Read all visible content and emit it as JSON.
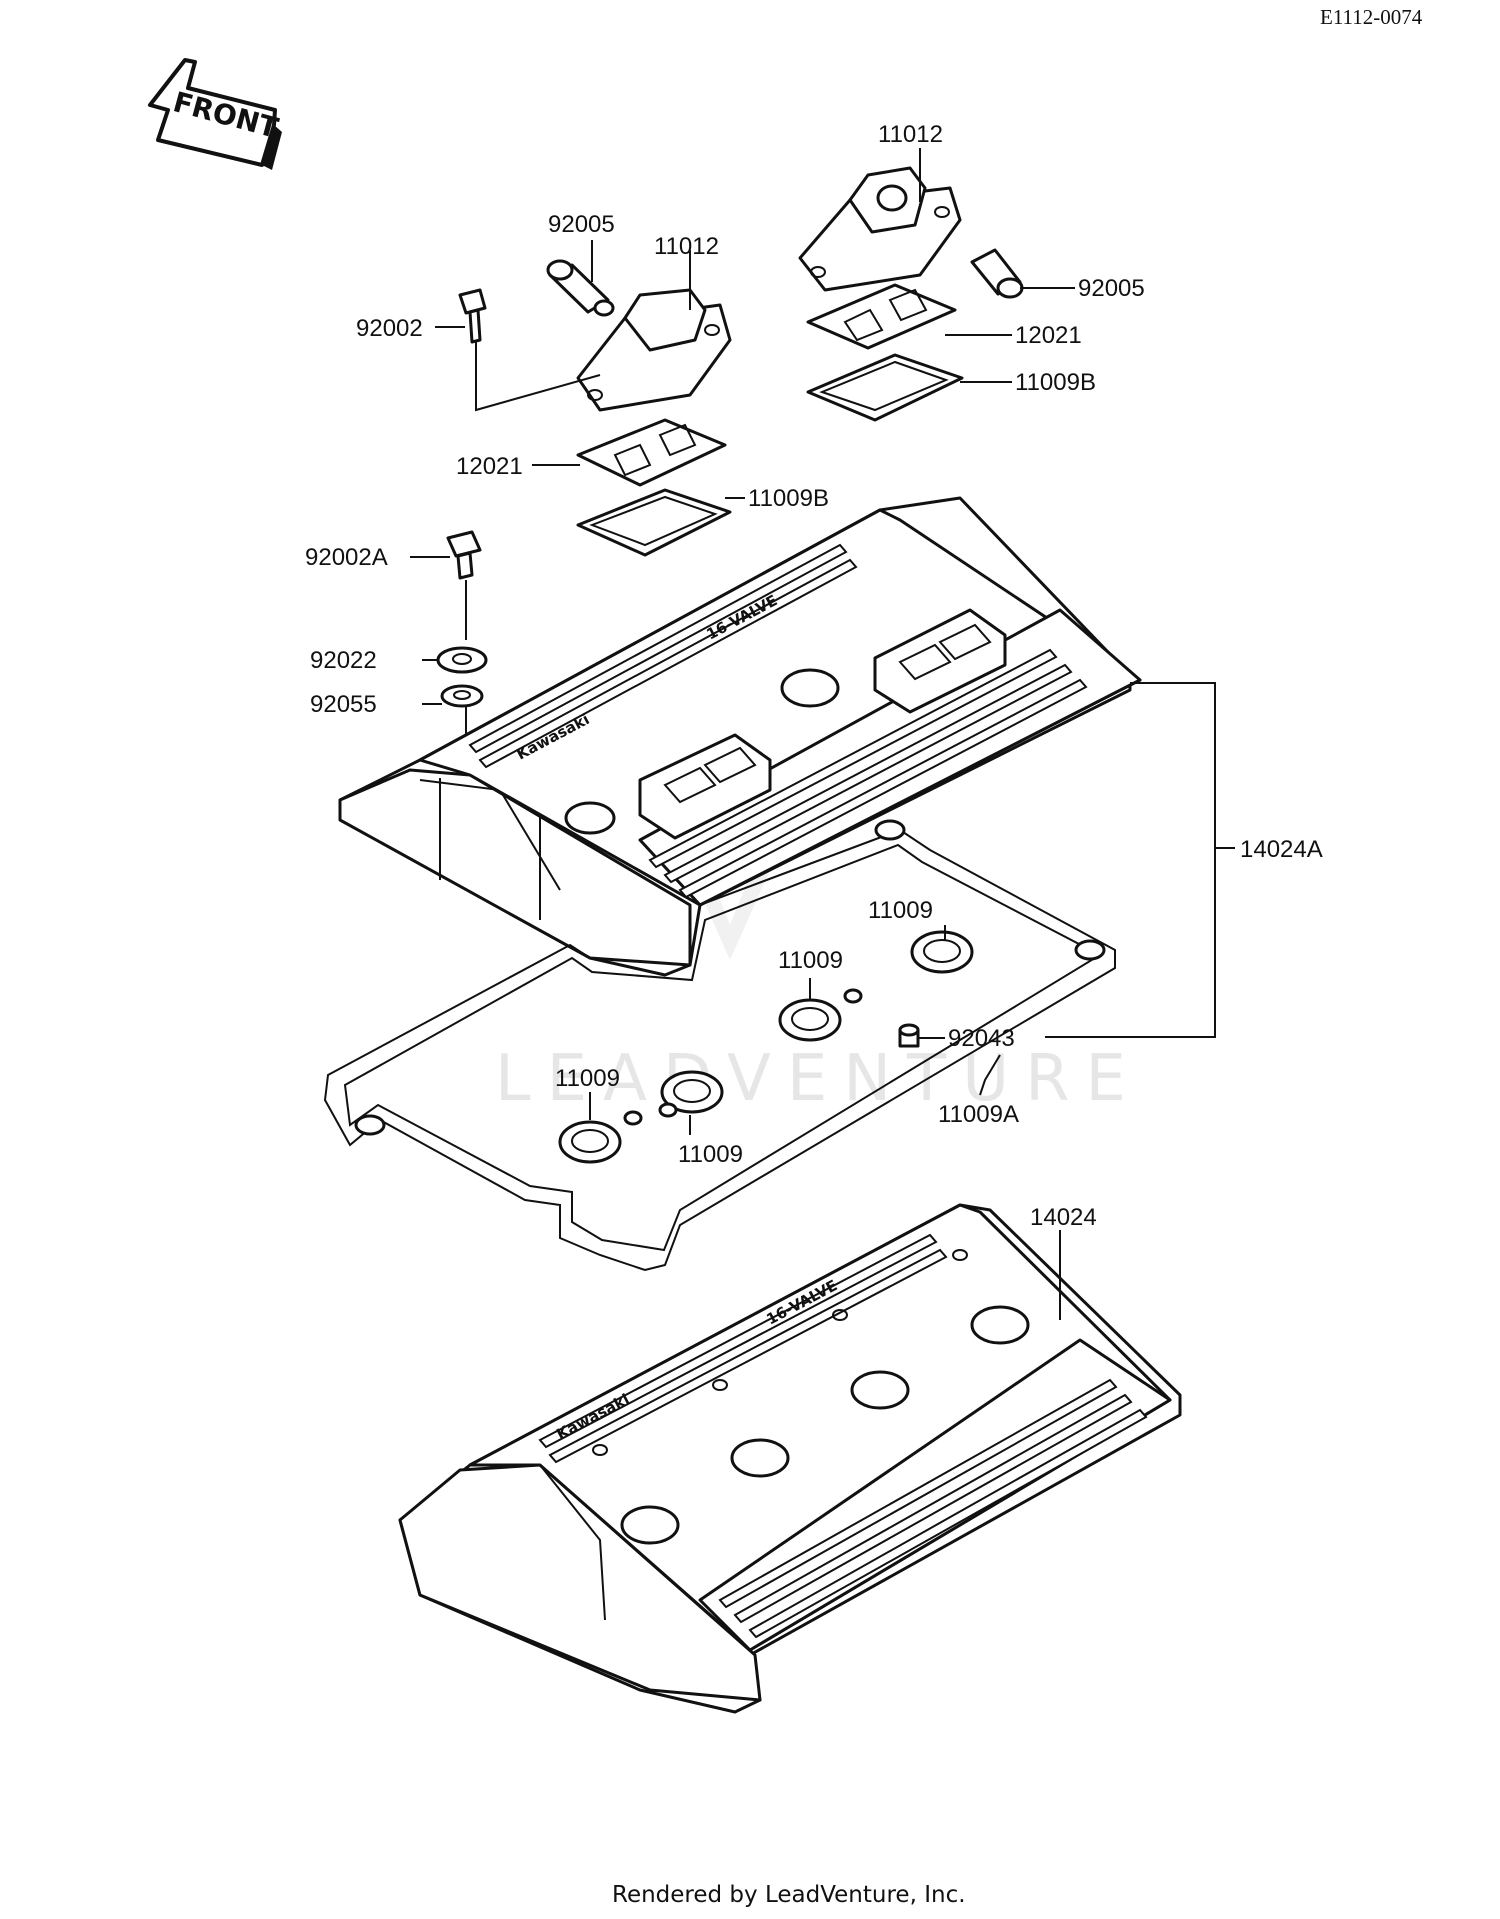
{
  "header": {
    "diagram_code": "E1112-0074"
  },
  "front_arrow": {
    "label": "FRONT",
    "icon": "front-arrow-icon"
  },
  "watermark": {
    "text": "LEADVENTURE",
    "icon": "leadventure-logo-icon"
  },
  "cover_markings": {
    "brand": "Kawasaki",
    "engine": "16-VALVE"
  },
  "labels": {
    "p11012_left": "11012",
    "p11012_right": "11012",
    "p92005_left": "92005",
    "p92005_right": "92005",
    "p92002": "92002",
    "p12021_left": "12021",
    "p12021_right": "12021",
    "p11009b_left": "11009B",
    "p11009b_right": "11009B",
    "p92002a": "92002A",
    "p92022": "92022",
    "p92055": "92055",
    "p14024a": "14024A",
    "p11009_a": "11009",
    "p11009_b": "11009",
    "p11009_c": "11009",
    "p11009_d": "11009",
    "p92043": "92043",
    "p11009a": "11009A",
    "p14024": "14024"
  },
  "footer": {
    "text": "Rendered by LeadVenture, Inc."
  }
}
